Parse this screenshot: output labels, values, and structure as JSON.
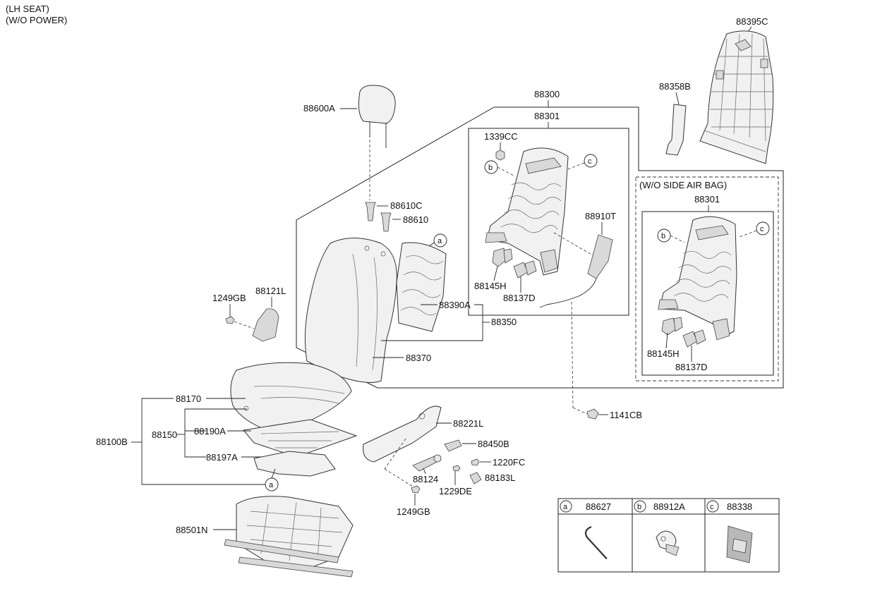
{
  "header": {
    "line1": "(LH SEAT)",
    "line2": "(W/O POWER)"
  },
  "labels": {
    "p88395C": "88395C",
    "p88358B": "88358B",
    "p88300": "88300",
    "p88301": "88301",
    "p1339CC": "1339CC",
    "p88600A": "88600A",
    "p88610C": "88610C",
    "p88610": "88610",
    "p88910T": "88910T",
    "p88145H": "88145H",
    "p88137D": "88137D",
    "p1249GB_top": "1249GB",
    "p88121L": "88121L",
    "p88390A": "88390A",
    "p88350": "88350",
    "p88370": "88370",
    "wo_side_air_bag": "(W/O SIDE AIR BAG)",
    "p88301_alt": "88301",
    "p88145H_alt": "88145H",
    "p88137D_alt": "88137D",
    "p1141CB": "1141CB",
    "p88170": "88170",
    "p88150": "88150",
    "p88190A": "88190A",
    "p88100B": "88100B",
    "p88197A": "88197A",
    "p88221L": "88221L",
    "p88450B": "88450B",
    "p1220FC": "1220FC",
    "p88124": "88124",
    "p1229DE": "1229DE",
    "p88183L": "88183L",
    "p1249GB_bottom": "1249GB",
    "p88501N": "88501N"
  },
  "callouts": {
    "a": "a",
    "b": "b",
    "c": "c"
  },
  "legend_table": [
    {
      "key": "a",
      "part": "88627"
    },
    {
      "key": "b",
      "part": "88912A"
    },
    {
      "key": "c",
      "part": "88338"
    }
  ]
}
